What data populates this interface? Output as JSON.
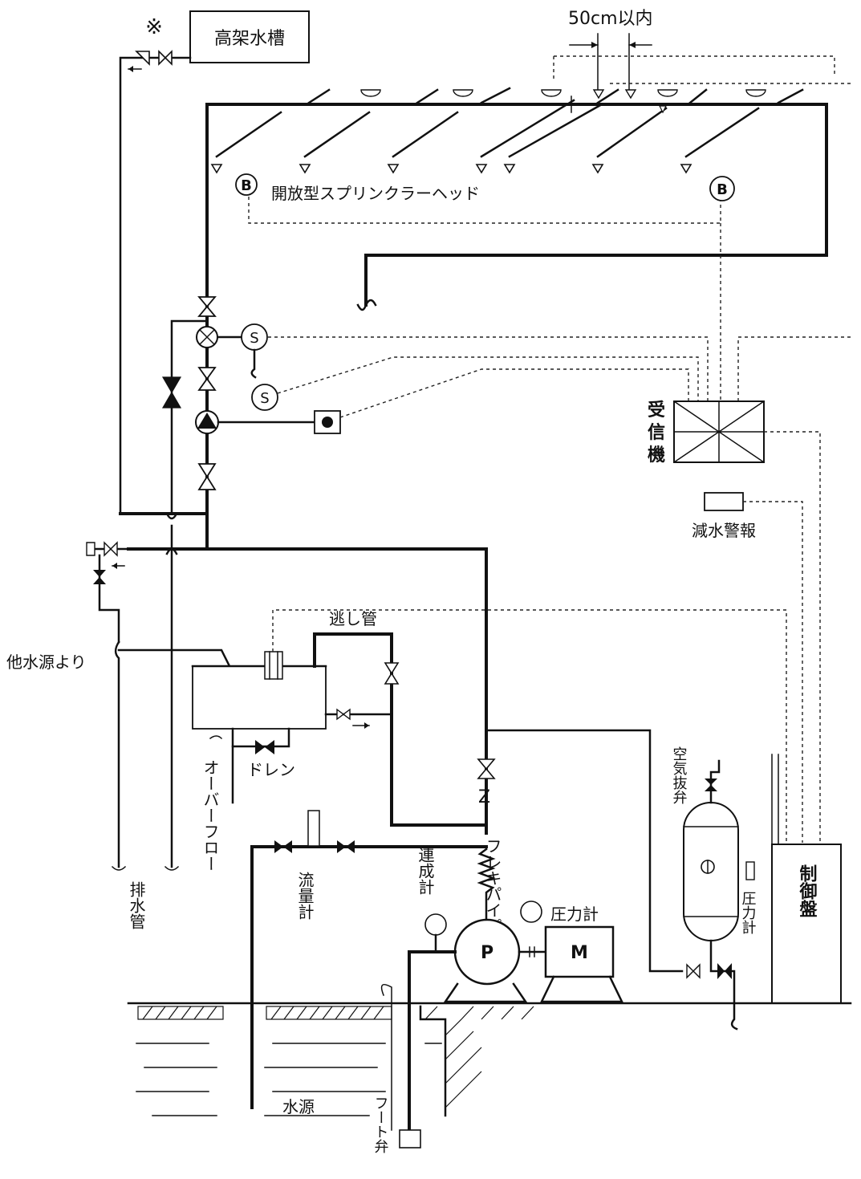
{
  "labels": {
    "symbol_mark": "※",
    "elevated_tank": "高架水槽",
    "distance_note": "50cm以内",
    "open_sprinkler_head": "開放型スプリンクラーヘッド",
    "receiver_char1": "受",
    "receiver_char2": "信",
    "receiver_char3": "機",
    "low_water_alarm": "減水警報",
    "relief_pipe": "逃し管",
    "from_other_source": "他水源より",
    "drain": "ドレン",
    "overflow": "オーバーフロー",
    "drain_pipe": "排水管",
    "flow_meter": "流量計",
    "compound_gauge": "連成計",
    "flexible_pipe": "フレキパイプ",
    "pressure_gauge": "圧力計",
    "pressure_gauge_tank": "圧力計",
    "air_vent_valve": "空気抜弁",
    "control_panel": "制御盤",
    "water_source": "水源",
    "foot_valve": "フート弁",
    "pump": "P",
    "motor": "M",
    "sensor_b": "B",
    "solenoid_s": "S"
  }
}
